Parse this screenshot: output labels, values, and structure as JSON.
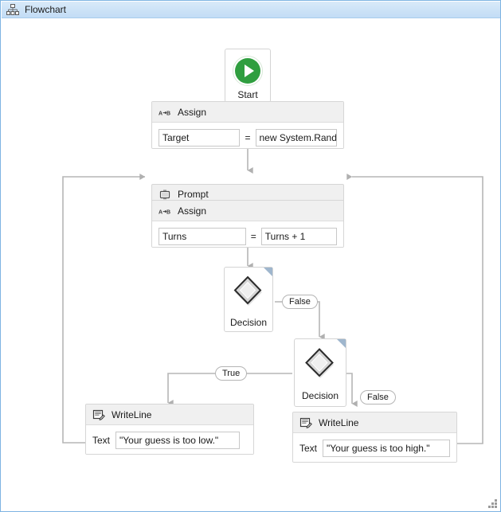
{
  "window": {
    "title": "Flowchart",
    "title_icon": "flowchart-icon",
    "accent_color": "#7eb4e2",
    "titlebar_color": "#cde3f7",
    "canvas_color": "#ffffff"
  },
  "flowchart": {
    "start": {
      "label": "Start",
      "icon": "play-icon",
      "icon_color": "#2f9e3f"
    },
    "nodes": [
      {
        "id": "assign-target",
        "type": "assign",
        "icon": "assign-icon",
        "icon_text": "A→B",
        "title": "Assign",
        "to_value": "Target",
        "operator": "=",
        "from_value": "new System.Randor"
      },
      {
        "id": "prompt",
        "type": "activity-bar",
        "icon": "input-dialog-icon",
        "title": "Prompt"
      },
      {
        "id": "assign-turns",
        "type": "assign",
        "icon": "assign-icon",
        "icon_text": "A→B",
        "title": "Assign",
        "to_value": "Turns",
        "operator": "=",
        "from_value": "Turns + 1"
      },
      {
        "id": "decision-1",
        "type": "decision",
        "icon": "diamond-icon",
        "label": "Decision"
      },
      {
        "id": "decision-2",
        "type": "decision",
        "icon": "diamond-icon",
        "label": "Decision"
      },
      {
        "id": "writeline-low",
        "type": "writeline",
        "icon": "writeline-icon",
        "title": "WriteLine",
        "field_label": "Text",
        "field_value": "\"Your guess is too low.\""
      },
      {
        "id": "writeline-high",
        "type": "writeline",
        "icon": "writeline-icon",
        "title": "WriteLine",
        "field_label": "Text",
        "field_value": "\"Your guess is too high.\""
      }
    ],
    "edge_labels": {
      "decision1_false": "False",
      "decision2_true": "True",
      "decision2_false": "False"
    },
    "connector_color": "#b4b4b4"
  },
  "grip": {
    "icon": "resize-grip-icon"
  }
}
